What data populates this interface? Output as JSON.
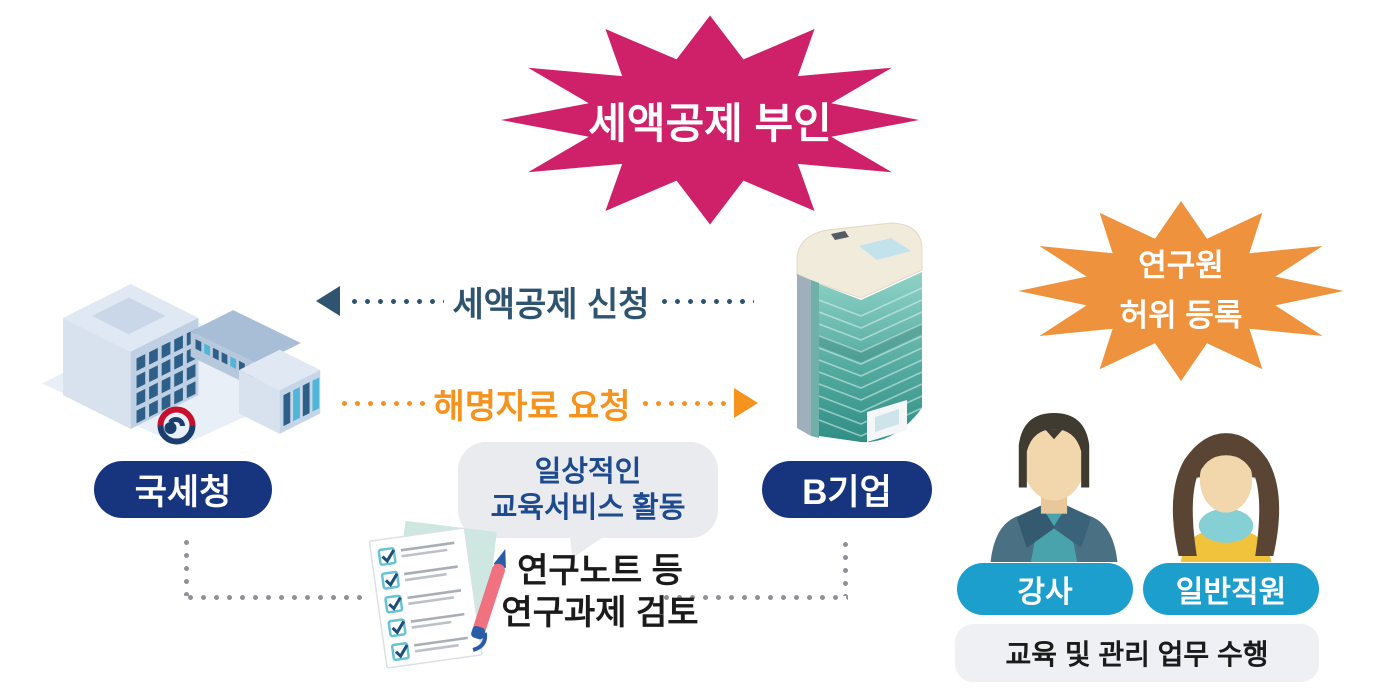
{
  "colors": {
    "pink": "#CE2169",
    "orange": "#EF923E",
    "navy": "#17357E",
    "cyan": "#1C9FCC",
    "arrow-navy": "#2E5470",
    "arrow-orange": "#F6921E",
    "dot-gray": "#8F9399",
    "bubble-bg": "#E9EBEE",
    "bubble-text": "#1E4B8F",
    "text-dark": "#1B1B1B",
    "box-gray": "#EEF0F3"
  },
  "bursts": {
    "denial": "세액공제 부인",
    "false_reg_line1": "연구원",
    "false_reg_line2": "허위 등록"
  },
  "entities": {
    "tax_office": "국세청",
    "company": "B기업"
  },
  "arrows": {
    "apply": "세액공제 신청",
    "request": "해명자료 요청"
  },
  "bubble": {
    "line1": "일상적인",
    "line2": "교육서비스 활동"
  },
  "review": {
    "line1": "연구노트 등",
    "line2": "연구과제 검토"
  },
  "people": {
    "instructor": "강사",
    "employee": "일반직원",
    "duty": "교육 및 관리 업무 수행"
  }
}
